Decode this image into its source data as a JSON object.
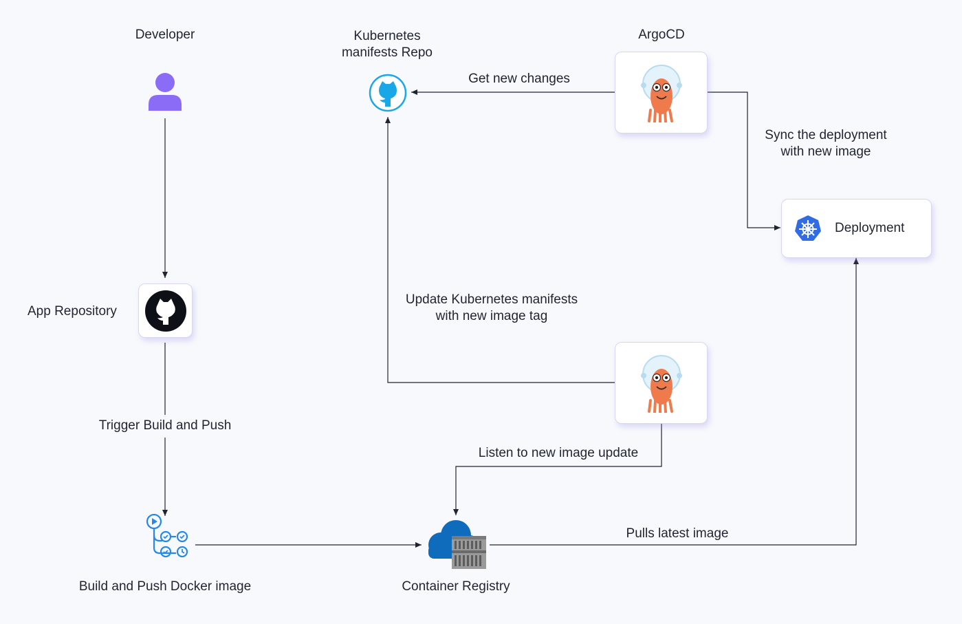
{
  "nodes": {
    "developer": {
      "label": "Developer",
      "icon": "user-icon"
    },
    "k8s_repo": {
      "label_line1": "Kubernetes",
      "label_line2": "manifests Repo",
      "icon": "github-icon"
    },
    "argocd": {
      "label": "ArgoCD",
      "icon": "argo-octopus-icon"
    },
    "app_repo": {
      "label": "App Repository",
      "icon": "github-icon"
    },
    "deployment": {
      "label": "Deployment",
      "icon": "kubernetes-helm-icon"
    },
    "image_updater": {
      "icon": "argo-octopus-icon"
    },
    "build_push": {
      "label": "Build and Push Docker image",
      "icon": "github-actions-workflow-icon"
    },
    "registry": {
      "label": "Container Registry",
      "icon": "container-registry-icon"
    }
  },
  "edges": {
    "get_changes": "Get new changes",
    "sync_line1": "Sync the deployment",
    "sync_line2": "with new image",
    "update_line1": "Update Kubernetes manifests",
    "update_line2": "with new image tag",
    "trigger": "Trigger Build and Push",
    "listen": "Listen to new image update",
    "pulls": "Pulls latest image"
  },
  "colors": {
    "background": "#f8f9fc",
    "user": "#8b6cf6",
    "github_blue": "#1aa7e8",
    "argo_orange": "#ef7b4d",
    "kubernetes_blue": "#326ce5",
    "azure_blue": "#0f6cbd",
    "arrow": "#1f2430",
    "card_border": "#d9d6f2"
  }
}
